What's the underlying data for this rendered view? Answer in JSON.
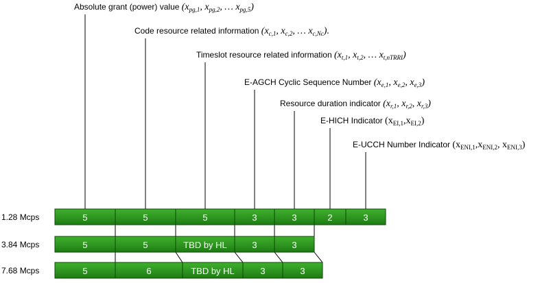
{
  "fields": [
    {
      "label": "Absolute grant (power) value",
      "math": [
        [
          "(",
          ""
        ],
        [
          "x",
          ""
        ],
        [
          "pg,1",
          "sub"
        ],
        [
          ", ",
          ""
        ],
        [
          "x",
          ""
        ],
        [
          "pg,2",
          "sub"
        ],
        [
          ", … ",
          ""
        ],
        [
          "x",
          ""
        ],
        [
          "pg,5",
          "sub"
        ],
        [
          ")",
          ""
        ]
      ]
    },
    {
      "label": "Code resource related information",
      "math": [
        [
          "(",
          ""
        ],
        [
          "x",
          ""
        ],
        [
          "c,1",
          "sub"
        ],
        [
          ", ",
          ""
        ],
        [
          "x",
          ""
        ],
        [
          "c,2",
          "sub"
        ],
        [
          ", … ",
          ""
        ],
        [
          "x",
          ""
        ],
        [
          "c,Nc",
          "sub"
        ],
        [
          ").",
          ""
        ]
      ]
    },
    {
      "label": "Timeslot resource related information",
      "math": [
        [
          "(",
          ""
        ],
        [
          "x",
          ""
        ],
        [
          "t,1",
          "sub"
        ],
        [
          ", ",
          ""
        ],
        [
          "x",
          ""
        ],
        [
          "t,2",
          "sub"
        ],
        [
          ", … ",
          ""
        ],
        [
          "x",
          ""
        ],
        [
          "t,nTRRI",
          "sub"
        ],
        [
          ")",
          ""
        ]
      ]
    },
    {
      "label": "E-AGCH Cyclic Sequence Number",
      "math": [
        [
          "(",
          ""
        ],
        [
          "x",
          ""
        ],
        [
          "e,1",
          "sub"
        ],
        [
          ", ",
          ""
        ],
        [
          "x",
          ""
        ],
        [
          "e,2",
          "sub"
        ],
        [
          ", ",
          ""
        ],
        [
          "x",
          ""
        ],
        [
          "e,3",
          "sub"
        ],
        [
          ")",
          ""
        ]
      ]
    },
    {
      "label": "Resource duration indicator",
      "math": [
        [
          "(",
          ""
        ],
        [
          "x",
          ""
        ],
        [
          "r,1",
          "sub"
        ],
        [
          ", ",
          ""
        ],
        [
          "x",
          ""
        ],
        [
          "r,2",
          "sub"
        ],
        [
          ", ",
          ""
        ],
        [
          "x",
          ""
        ],
        [
          "r,3",
          "sub"
        ],
        [
          ")",
          ""
        ]
      ]
    },
    {
      "label": "E-HICH Indicator",
      "math": [
        [
          "(",
          "up"
        ],
        [
          "x",
          "up"
        ],
        [
          "EI,1",
          "subup"
        ],
        [
          ",",
          "up"
        ],
        [
          "x",
          "up"
        ],
        [
          "EI,2",
          "subup"
        ],
        [
          ")",
          "up"
        ]
      ]
    },
    {
      "label": "E-UCCH Number Indicator",
      "math": [
        [
          "(",
          "up"
        ],
        [
          "x",
          "up"
        ],
        [
          "ENI,1",
          "subup"
        ],
        [
          ",",
          "up"
        ],
        [
          "x",
          "up"
        ],
        [
          "ENI,2",
          "subup"
        ],
        [
          ", ",
          "up"
        ],
        [
          "x",
          "up"
        ],
        [
          "ENI,3",
          "subup"
        ],
        [
          ")",
          "up"
        ]
      ]
    }
  ],
  "rows": [
    {
      "rate": "1.28 Mcps",
      "cells": [
        "5",
        "5",
        "5",
        "3",
        "3",
        "2",
        "3"
      ]
    },
    {
      "rate": "3.84 Mcps",
      "cells": [
        "5",
        "5",
        "TBD by HL",
        "3",
        "3"
      ]
    },
    {
      "rate": "7.68 Mcps",
      "cells": [
        "5",
        "6",
        "TBD by HL",
        "3",
        "3"
      ]
    }
  ],
  "colors": {
    "bar_top": "#3fb02c",
    "bar_bottom": "#1d7a12",
    "bar_border": "#0b4a06",
    "line": "#000000",
    "cell_text": "#ffffff"
  }
}
